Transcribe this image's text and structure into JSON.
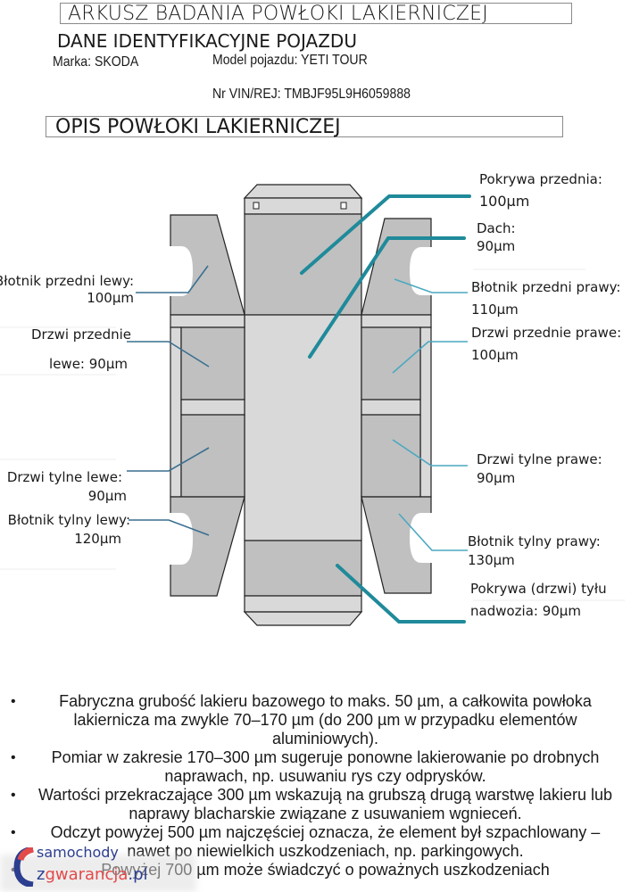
{
  "header": {
    "title": "ARKUSZ BADANIA POWŁOKI LAKIERNICZEJ",
    "section_vehicle": "DANE IDENTYFIKACYJNE POJAZDU",
    "make_label": "Marka: SKODA",
    "model_label": "Model pojazdu: YETI TOUR",
    "vin_label": "Nr VIN/REJ: TMBJF95L9H6059888",
    "section_coating": "OPIS POWŁOKI LAKIERNICZEJ"
  },
  "measurements": {
    "hood": {
      "label": "Pokrywa przednia:",
      "value": "100µm"
    },
    "roof": {
      "label": "Dach:",
      "value": "90µm"
    },
    "front_left_fender": {
      "label": "Błotnik przedni lewy:",
      "value": "100µm"
    },
    "front_right_fender": {
      "label": "Błotnik przedni prawy:",
      "value": "110µm"
    },
    "front_left_door": {
      "label": "Drzwi przednie",
      "value": "lewe: 90µm"
    },
    "front_right_door": {
      "label": "Drzwi przednie prawe:",
      "value": "100µm"
    },
    "rear_left_door": {
      "label": "Drzwi tylne lewe:",
      "value": "90µm"
    },
    "rear_right_door": {
      "label": "Drzwi tylne prawe:",
      "value": "90µm"
    },
    "rear_left_fender": {
      "label": "Błotnik tylny lewy:",
      "value": "120µm"
    },
    "rear_right_fender": {
      "label": "Błotnik tylny prawy:",
      "value": "130µm"
    },
    "tailgate": {
      "label": "Pokrywa (drzwi) tyłu",
      "value": "nadwozia: 90µm"
    }
  },
  "colors": {
    "panel_dark": "#c0c0c0",
    "panel_light": "#d9d9d9",
    "leader_thick": "#1f8a9a",
    "leader_thin": "#3a6f8f",
    "leader_thin_right": "#4aa8c0"
  },
  "notes": [
    "Fabryczna grubość lakieru bazowego to maks. 50 µm, a całkowita powłoka lakiernicza ma zwykle 70–170 µm (do 200 µm w przypadku elementów aluminiowych).",
    "Pomiar w zakresie 170–300 µm sugeruje ponowne lakierowanie po drobnych naprawach, np. usuwaniu rys czy odprysków.",
    "Wartości przekraczające 300 µm wskazują na grubszą drugą warstwę lakieru lub naprawy blacharskie związane z usuwaniem wgnieceń.",
    "Odczyt powyżej 500 µm najczęściej oznacza, że element był szpachlowany – nawet po niewielkich uszkodzeniach, np. parkingowych.",
    "Powyżej 700 µm może świadczyć o poważnych uszkodzeniach"
  ],
  "watermark": {
    "line1": "samochody",
    "line2_a": "z",
    "line2_b": "gwarancja",
    "line2_c": ".pl"
  }
}
